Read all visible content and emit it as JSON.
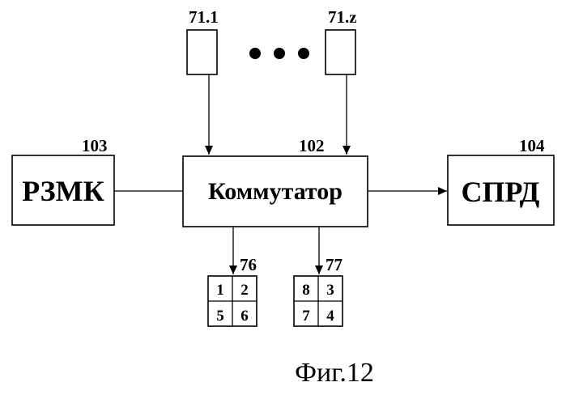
{
  "diagram": {
    "blocks": {
      "rzmk": {
        "label": "РЗМК",
        "ref": "103"
      },
      "kommutator": {
        "label": "Коммутатор",
        "ref": "102"
      },
      "sprd": {
        "label": "СПРД",
        "ref": "104"
      }
    },
    "inputs": {
      "first": {
        "ref": "71.1"
      },
      "last": {
        "ref": "71.z"
      }
    },
    "grids": {
      "left": {
        "ref": "76",
        "cells": [
          "1",
          "2",
          "5",
          "6"
        ]
      },
      "right": {
        "ref": "77",
        "cells": [
          "8",
          "3",
          "7",
          "4"
        ]
      }
    },
    "caption": "Фиг.12"
  }
}
